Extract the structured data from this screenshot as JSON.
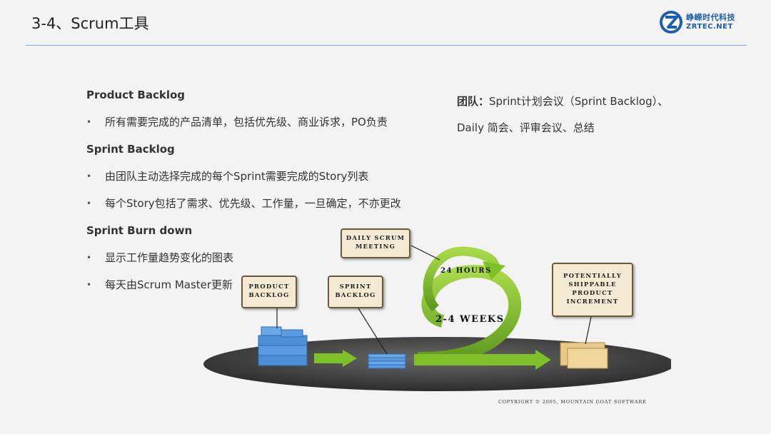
{
  "header": {
    "title": "3-4、Scrum工具",
    "logo_cn": "峥嵘时代科技",
    "logo_en": "ZRTEC.NET"
  },
  "left": {
    "sections": [
      {
        "title": "Product Backlog",
        "bullets": [
          "所有需要完成的产品清单，包括优先级、商业诉求，PO负责"
        ]
      },
      {
        "title": "Sprint Backlog",
        "bullets": [
          "由团队主动选择完成的每个Sprint需要完成的Story列表",
          "每个Story包括了需求、优先级、工作量，一旦确定，不亦更改"
        ]
      },
      {
        "title": "Sprint Burn down",
        "bullets": [
          "显示工作量趋势变化的图表",
          "每天由Scrum Master更新"
        ]
      }
    ],
    "bullet_symbol": "•"
  },
  "right": {
    "label": "团队：",
    "line1": "Sprint计划会议（Sprint Backlog）、",
    "line2": "Daily 简会、评审会议、总结"
  },
  "diagram": {
    "product_backlog": "Product Backlog",
    "sprint_backlog": "Sprint Backlog",
    "daily_scrum": "Daily Scrum Meeting",
    "increment": "Potentially Shippable Product Increment",
    "hours": "24 Hours",
    "weeks": "2-4 Weeks",
    "copyright": "Copyright © 2005, Mountain Goat Software",
    "colors": {
      "green": "#7fbf2a",
      "ellipse": "#4a4a4a",
      "box_fill": "#f4ead4",
      "blue_stack": "#4d8fd6"
    }
  }
}
